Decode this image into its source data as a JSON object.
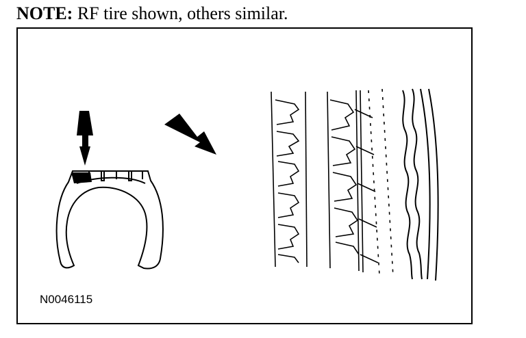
{
  "note": {
    "label": "NOTE:",
    "text": " RF tire shown, others similar."
  },
  "figure": {
    "id": "N0046115"
  },
  "icons": [
    "arrow-down-icon",
    "arrow-diagonal-icon",
    "tire-cross-section-icon",
    "tread-pattern-icon"
  ]
}
